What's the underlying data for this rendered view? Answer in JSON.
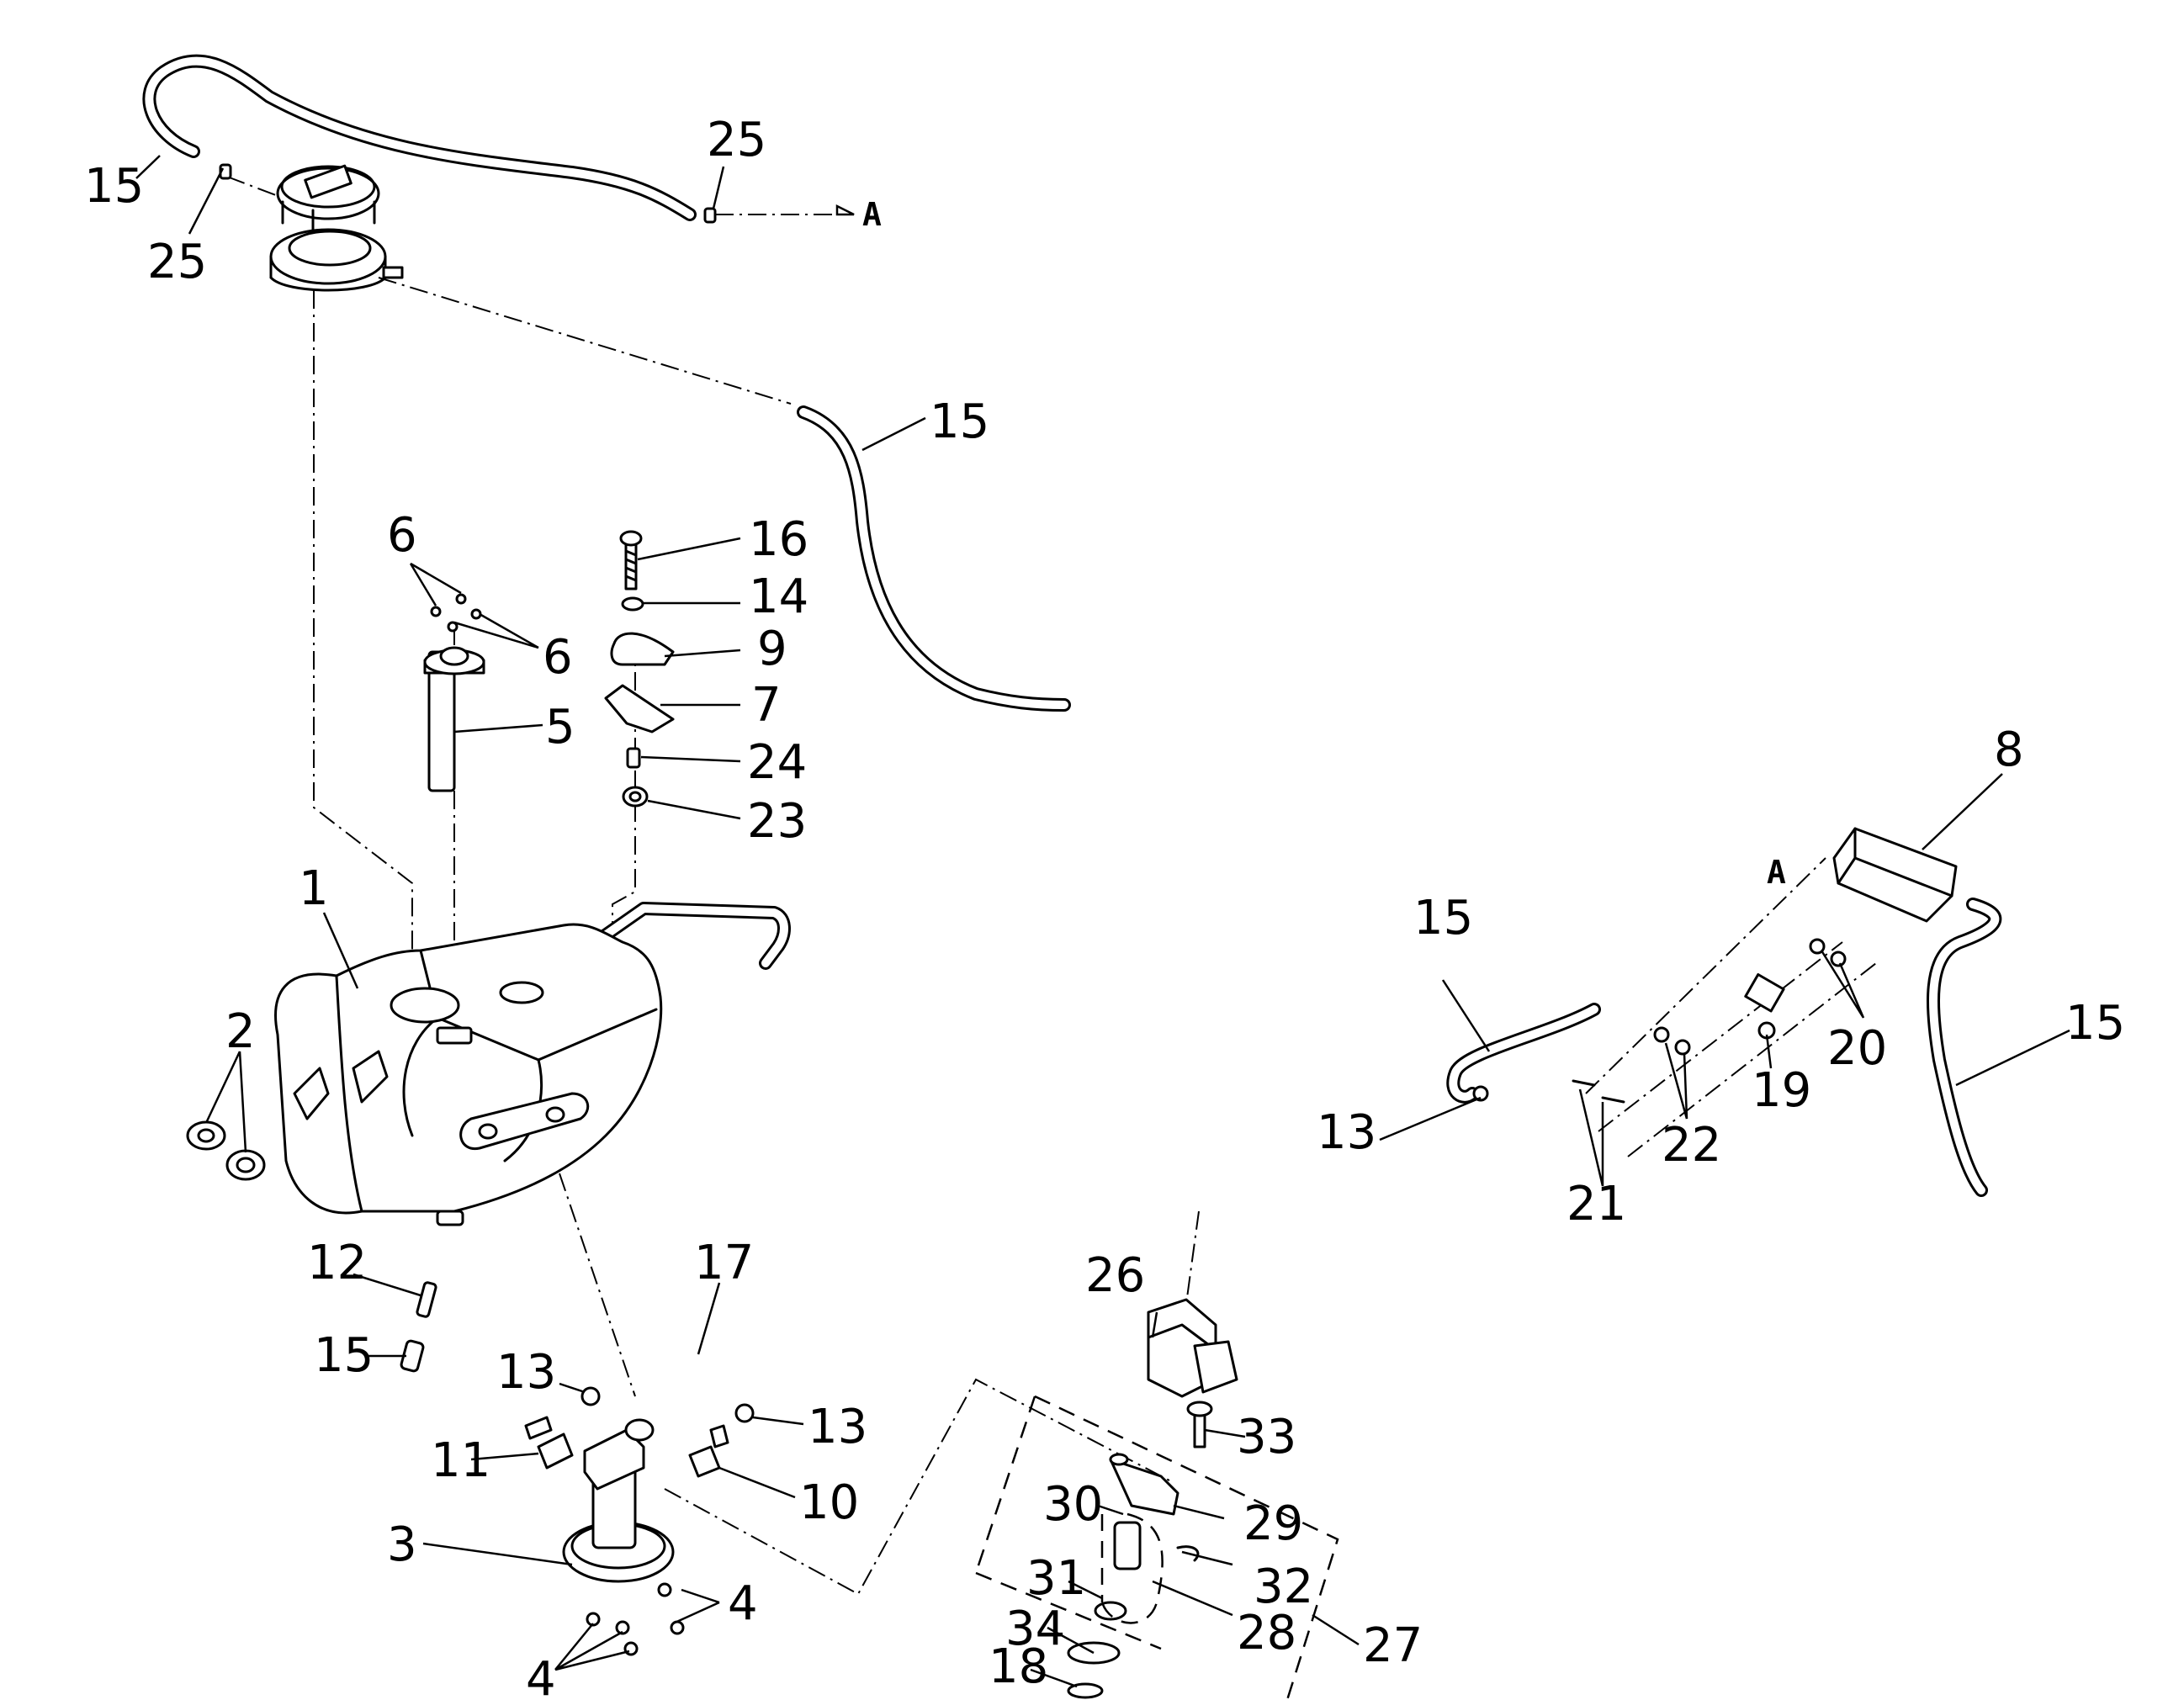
{
  "callouts": {
    "c1": "1",
    "c2": "2",
    "c3": "3",
    "c4a": "4",
    "c4b": "4",
    "c5": "5",
    "c6a": "6",
    "c6b": "6",
    "c7": "7",
    "c8": "8",
    "c9": "9",
    "c10": "10",
    "c11": "11",
    "c12": "12",
    "c13a": "13",
    "c13b": "13",
    "c13c": "13",
    "c14": "14",
    "c15a": "15",
    "c15b": "15",
    "c15c": "15",
    "c15d": "15",
    "c15e": "15",
    "c16": "16",
    "c17": "17",
    "c18": "18",
    "c19": "19",
    "c20": "20",
    "c21": "21",
    "c22": "22",
    "c23": "23",
    "c24": "24",
    "c25a": "25",
    "c25b": "25",
    "c26": "26",
    "c27": "27",
    "c28": "28",
    "c29": "29",
    "c30": "30",
    "c31": "31",
    "c32": "32",
    "c33": "33",
    "c34": "34"
  },
  "refs": {
    "a_top": "A",
    "a_right": "A"
  }
}
